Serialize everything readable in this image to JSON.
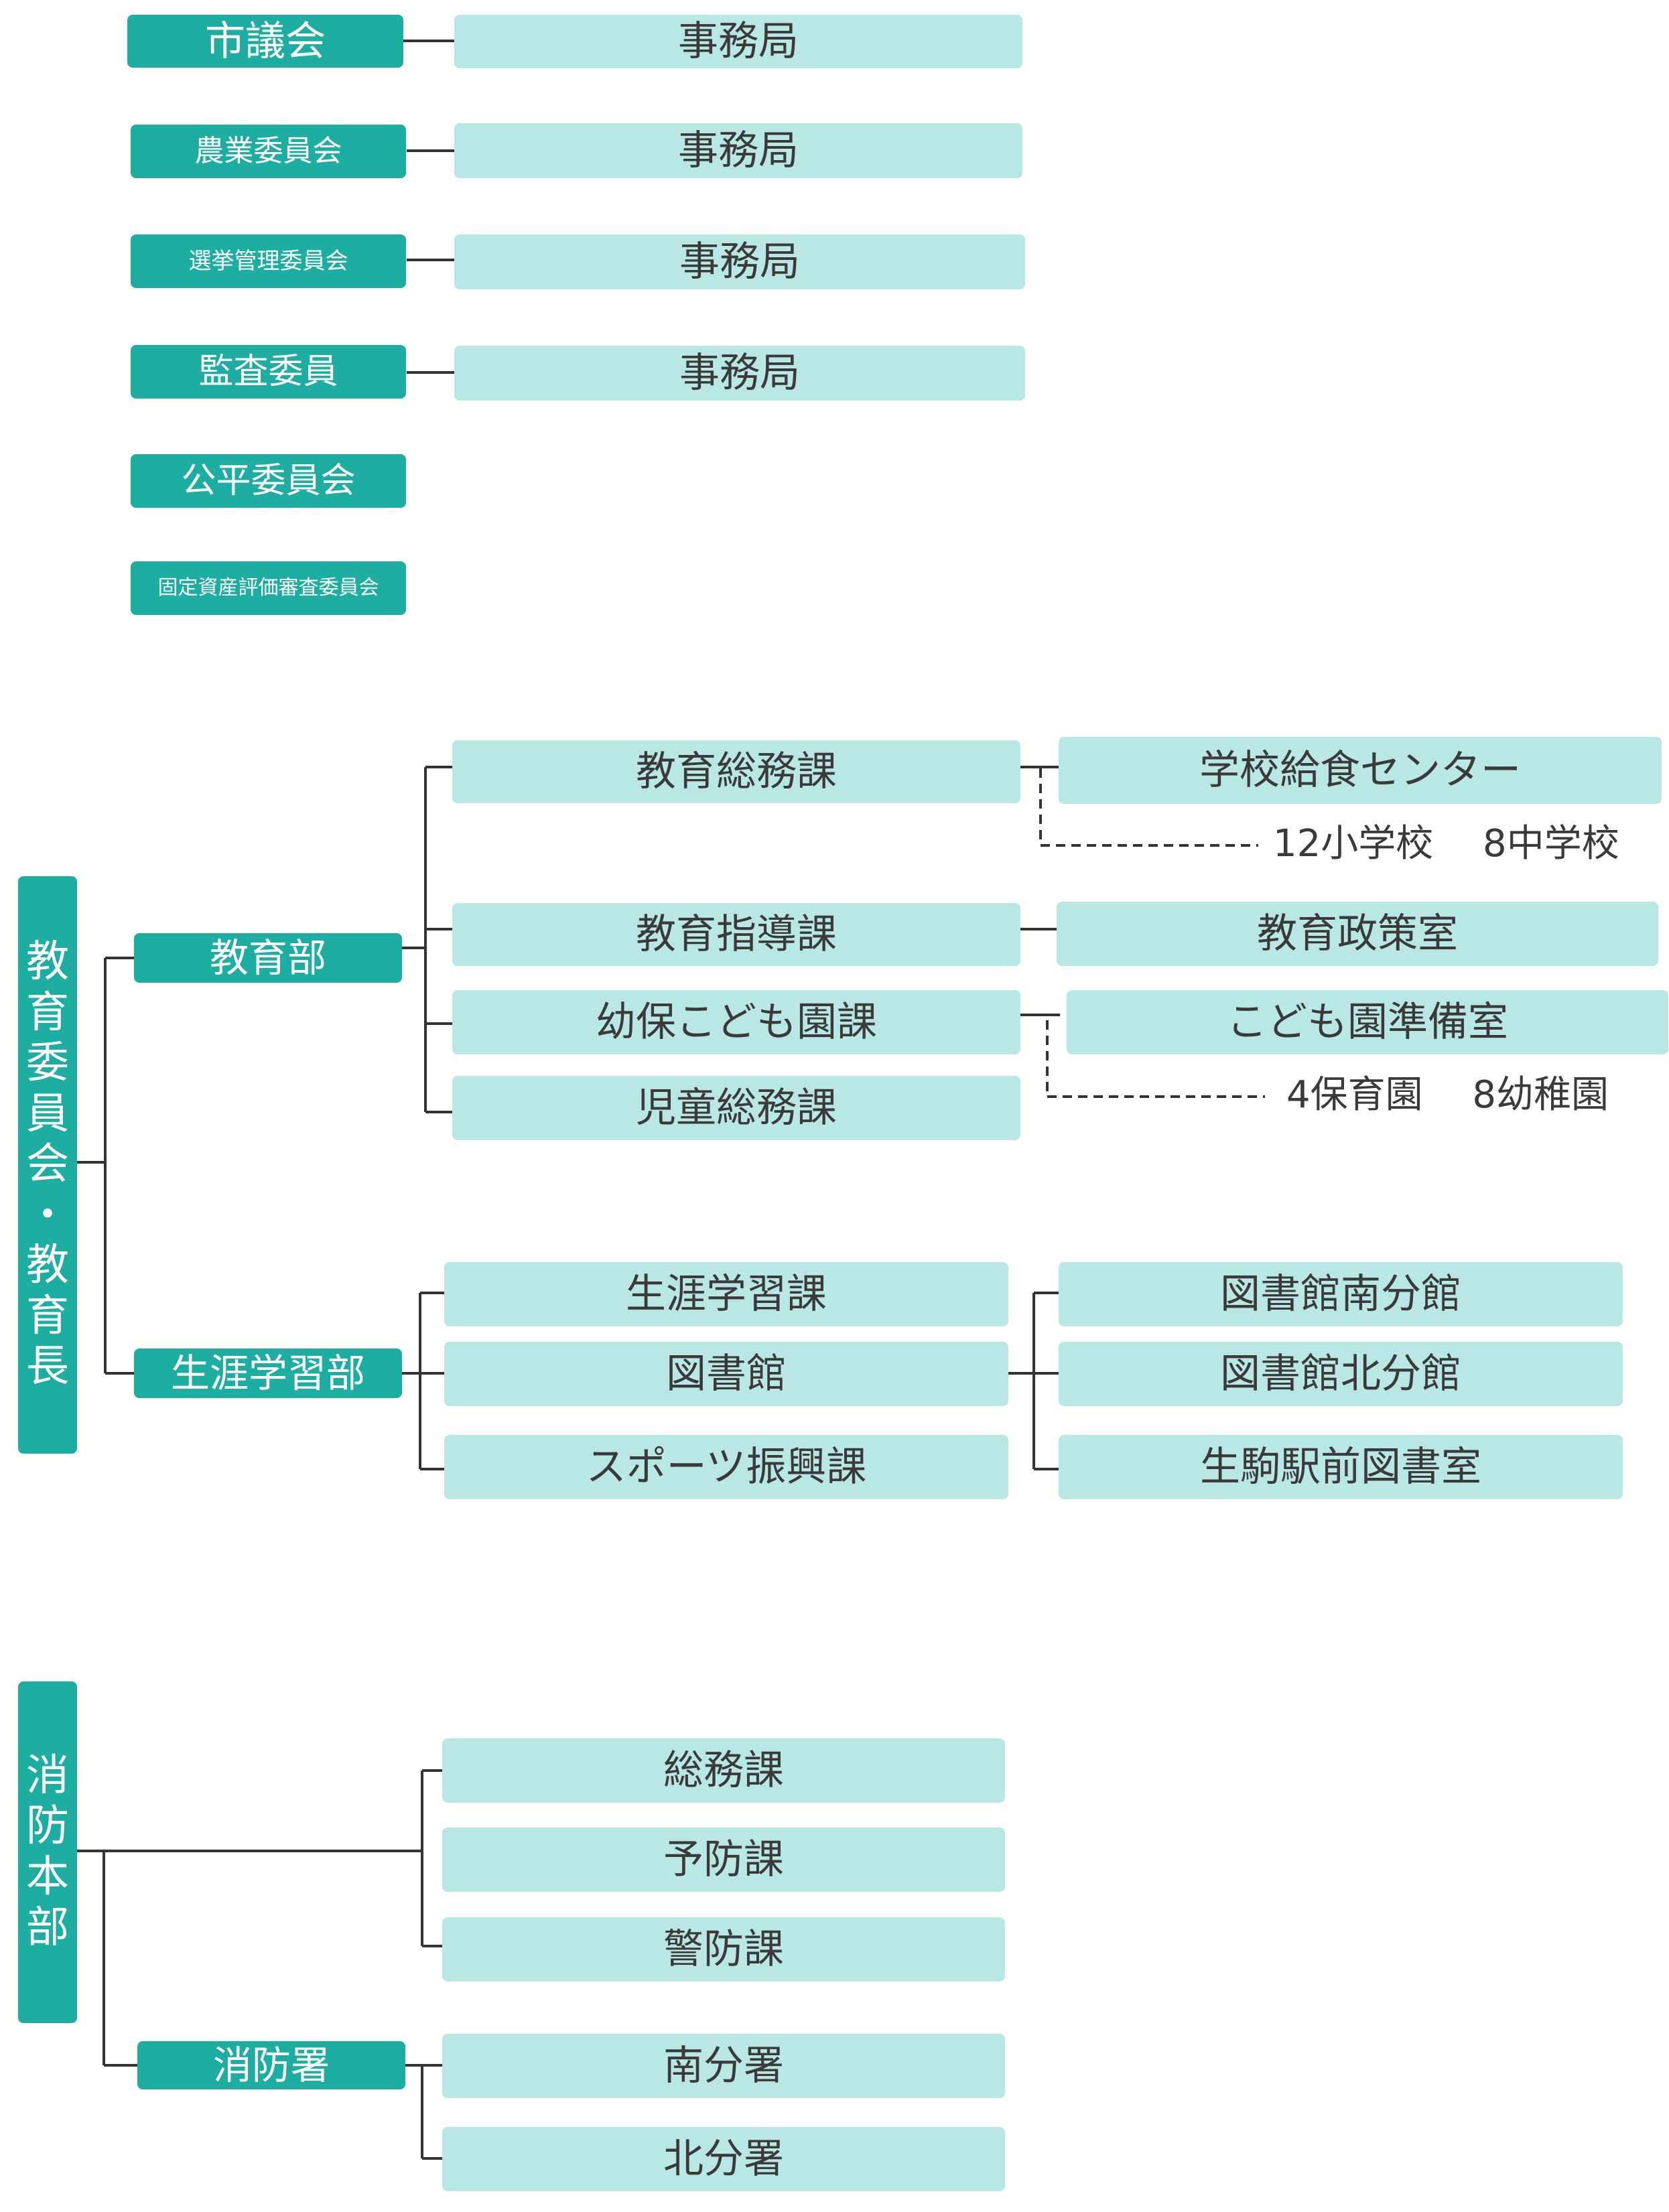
{
  "committees": [
    {
      "label": "市議会",
      "office": "事務局"
    },
    {
      "label": "農業委員会",
      "office": "事務局"
    },
    {
      "label": "選挙管理委員会",
      "office": "事務局"
    },
    {
      "label": "監査委員",
      "office": "事務局"
    },
    {
      "label": "公平委員会"
    },
    {
      "label": "固定資産評価審査委員会"
    }
  ],
  "education": {
    "title": "教育委員会・教育長",
    "title_chars": [
      "教",
      "育",
      "委",
      "員",
      "会",
      "・",
      "教",
      "育",
      "長"
    ],
    "kyoiku_bu": {
      "label": "教育部",
      "divisions": {
        "somu": "教育総務課",
        "kyushoku": "学校給食センター",
        "schools_note": "12小学校　 8中学校",
        "shido": "教育指導課",
        "seisaku": "教育政策室",
        "kodomoen": "幼保こども園課",
        "junbi": "こども園準備室",
        "kindergarten_note": "4保育園　 8幼稚園",
        "jido": "児童総務課"
      }
    },
    "shogai_bu": {
      "label": "生涯学習部",
      "divisions": {
        "gakushu": "生涯学習課",
        "toshokan": "図書館",
        "sports": "スポーツ振興課",
        "minami": "図書館南分館",
        "kita": "図書館北分館",
        "ekimae": "生駒駅前図書室"
      }
    }
  },
  "fire": {
    "title": "消防本部",
    "title_chars": [
      "消",
      "防",
      "本",
      "部"
    ],
    "sections": [
      "総務課",
      "予防課",
      "警防課"
    ],
    "station": {
      "label": "消防署",
      "branches": [
        "南分署",
        "北分署"
      ]
    }
  }
}
